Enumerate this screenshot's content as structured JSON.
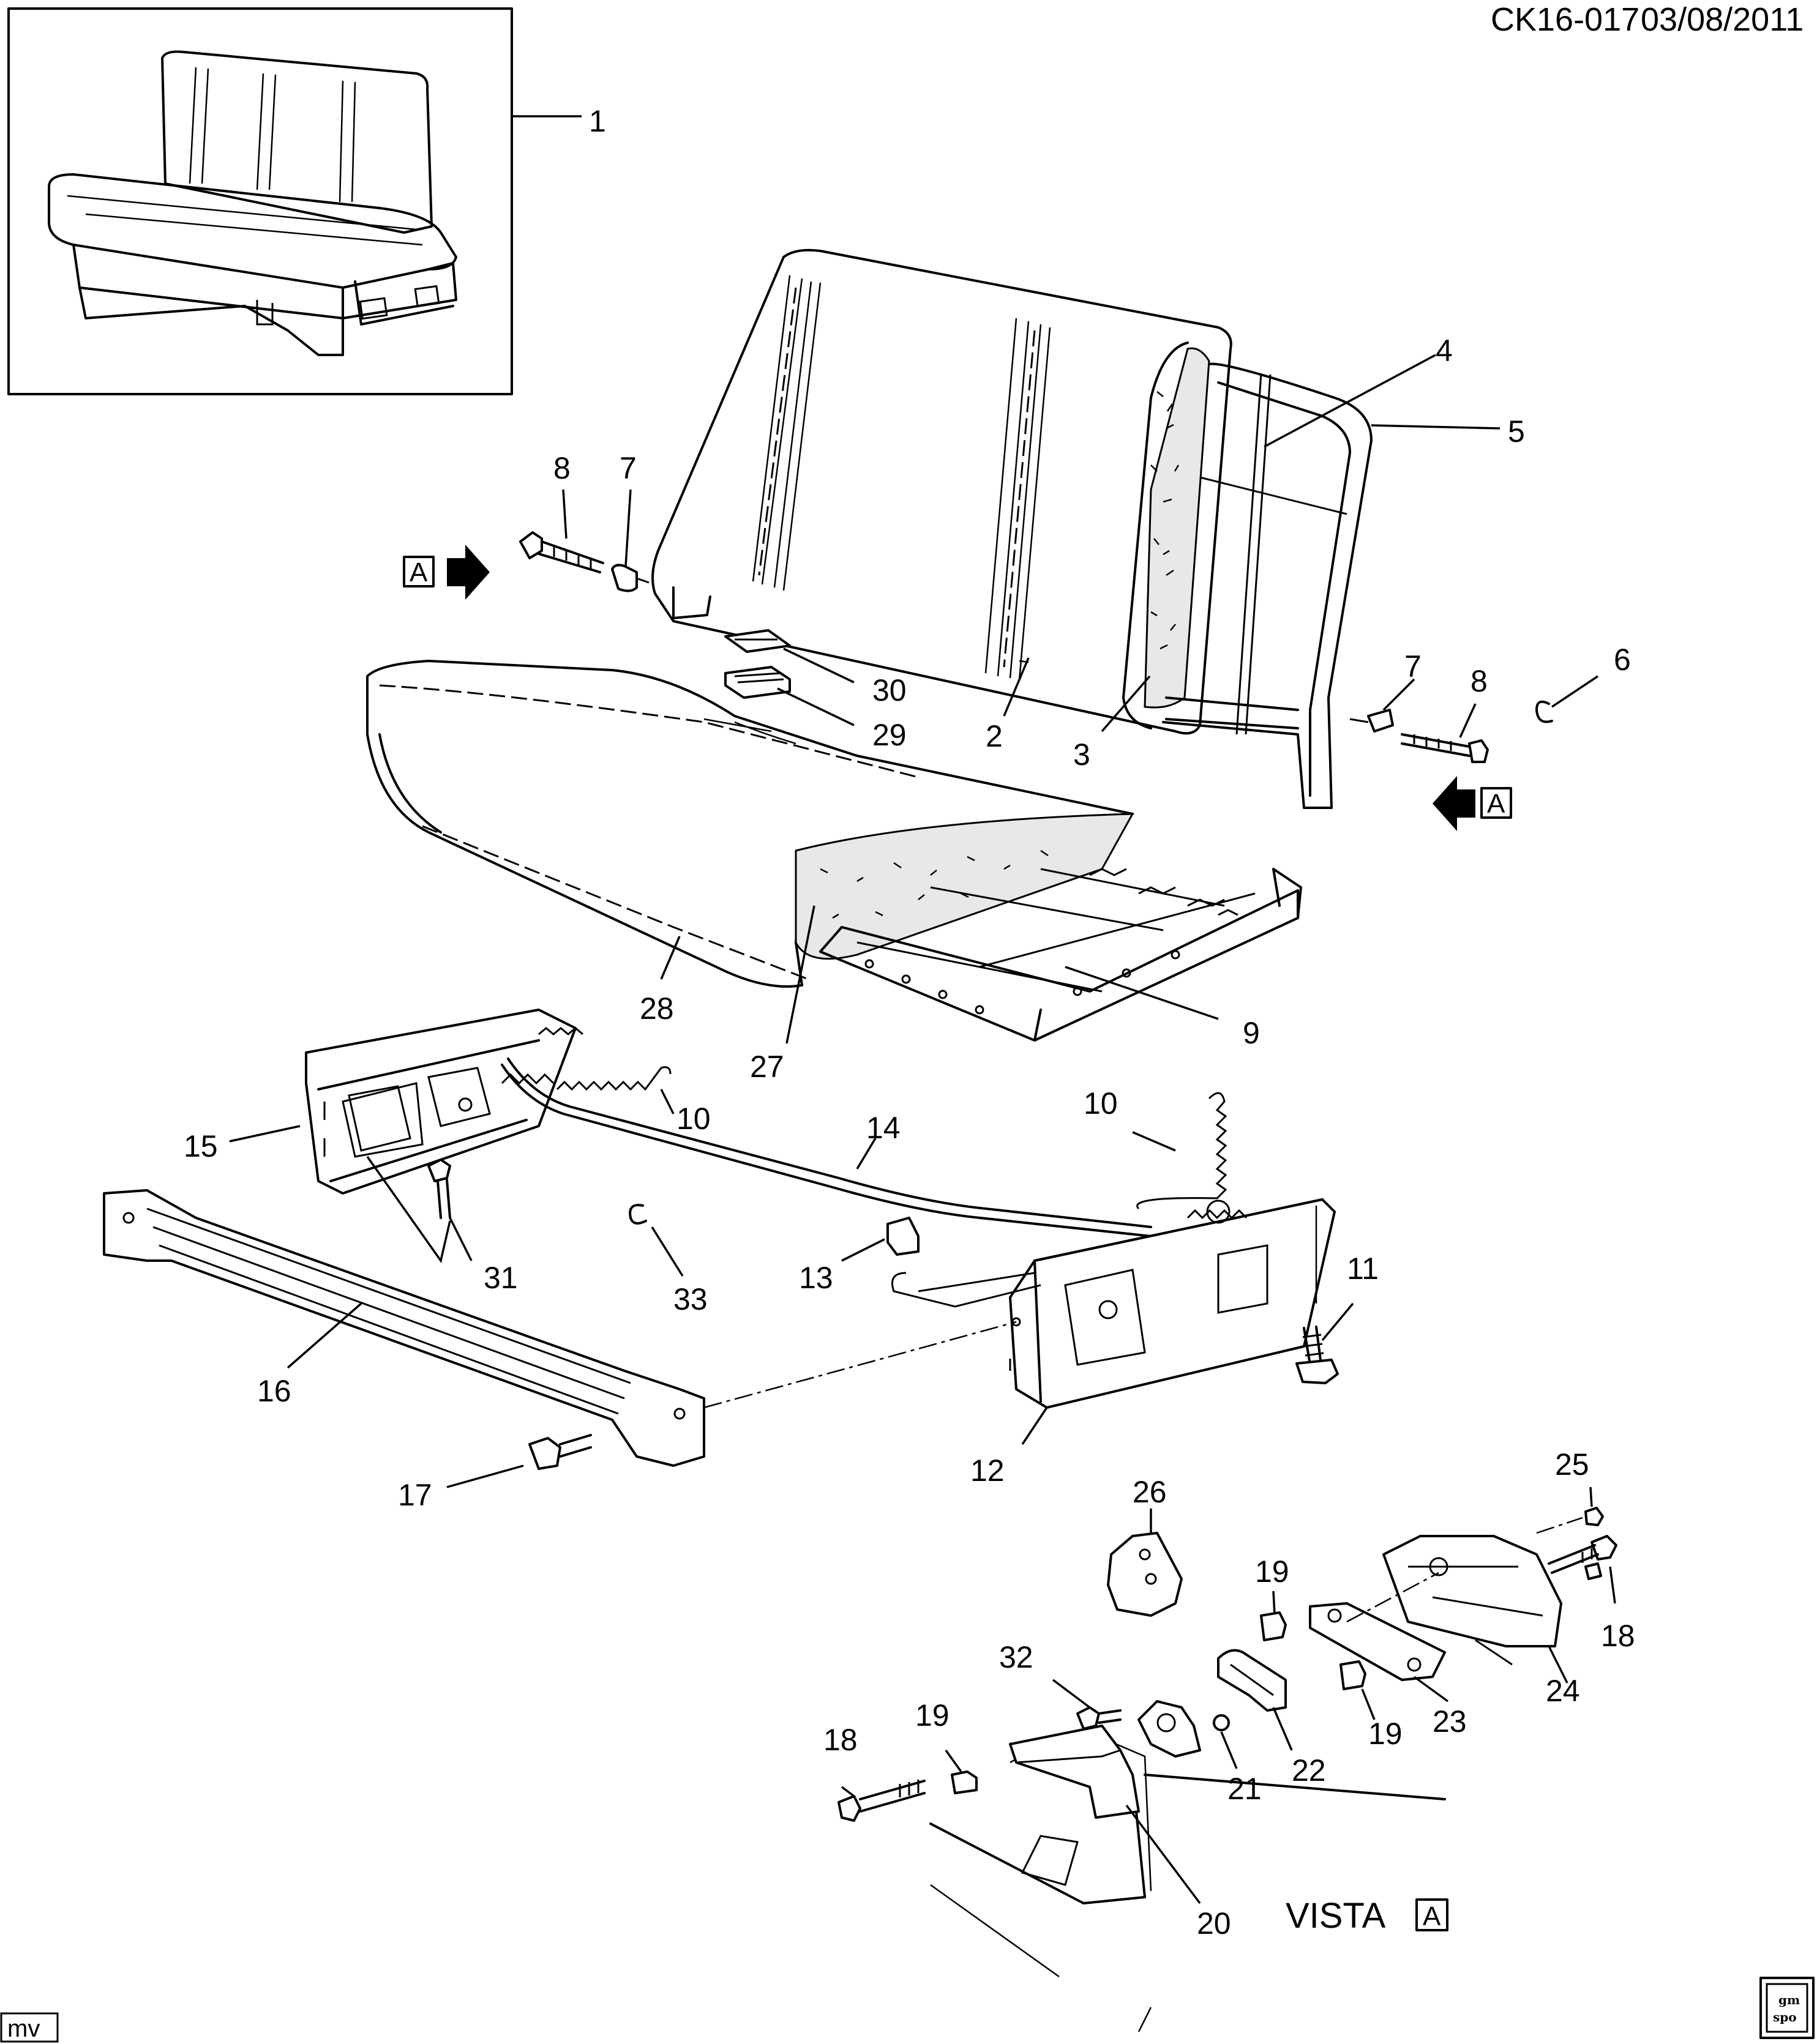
{
  "header": {
    "code": "CK16-017",
    "date": "03/08/2011"
  },
  "view": {
    "label": "VISTA",
    "view_letter": "A",
    "arrow_left_letter": "A",
    "arrow_right_letter": "A"
  },
  "footer": {
    "initials": "mv",
    "logo_top": "gm",
    "logo_bottom": "spo"
  },
  "callouts": [
    "1",
    "2",
    "3",
    "4",
    "5",
    "6",
    "7",
    "7",
    "8",
    "8",
    "9",
    "10",
    "10",
    "11",
    "12",
    "13",
    "14",
    "15",
    "16",
    "17",
    "18",
    "18",
    "19",
    "19",
    "19",
    "20",
    "21",
    "22",
    "23",
    "24",
    "25",
    "26",
    "27",
    "28",
    "29",
    "30",
    "31",
    "32",
    "33"
  ]
}
